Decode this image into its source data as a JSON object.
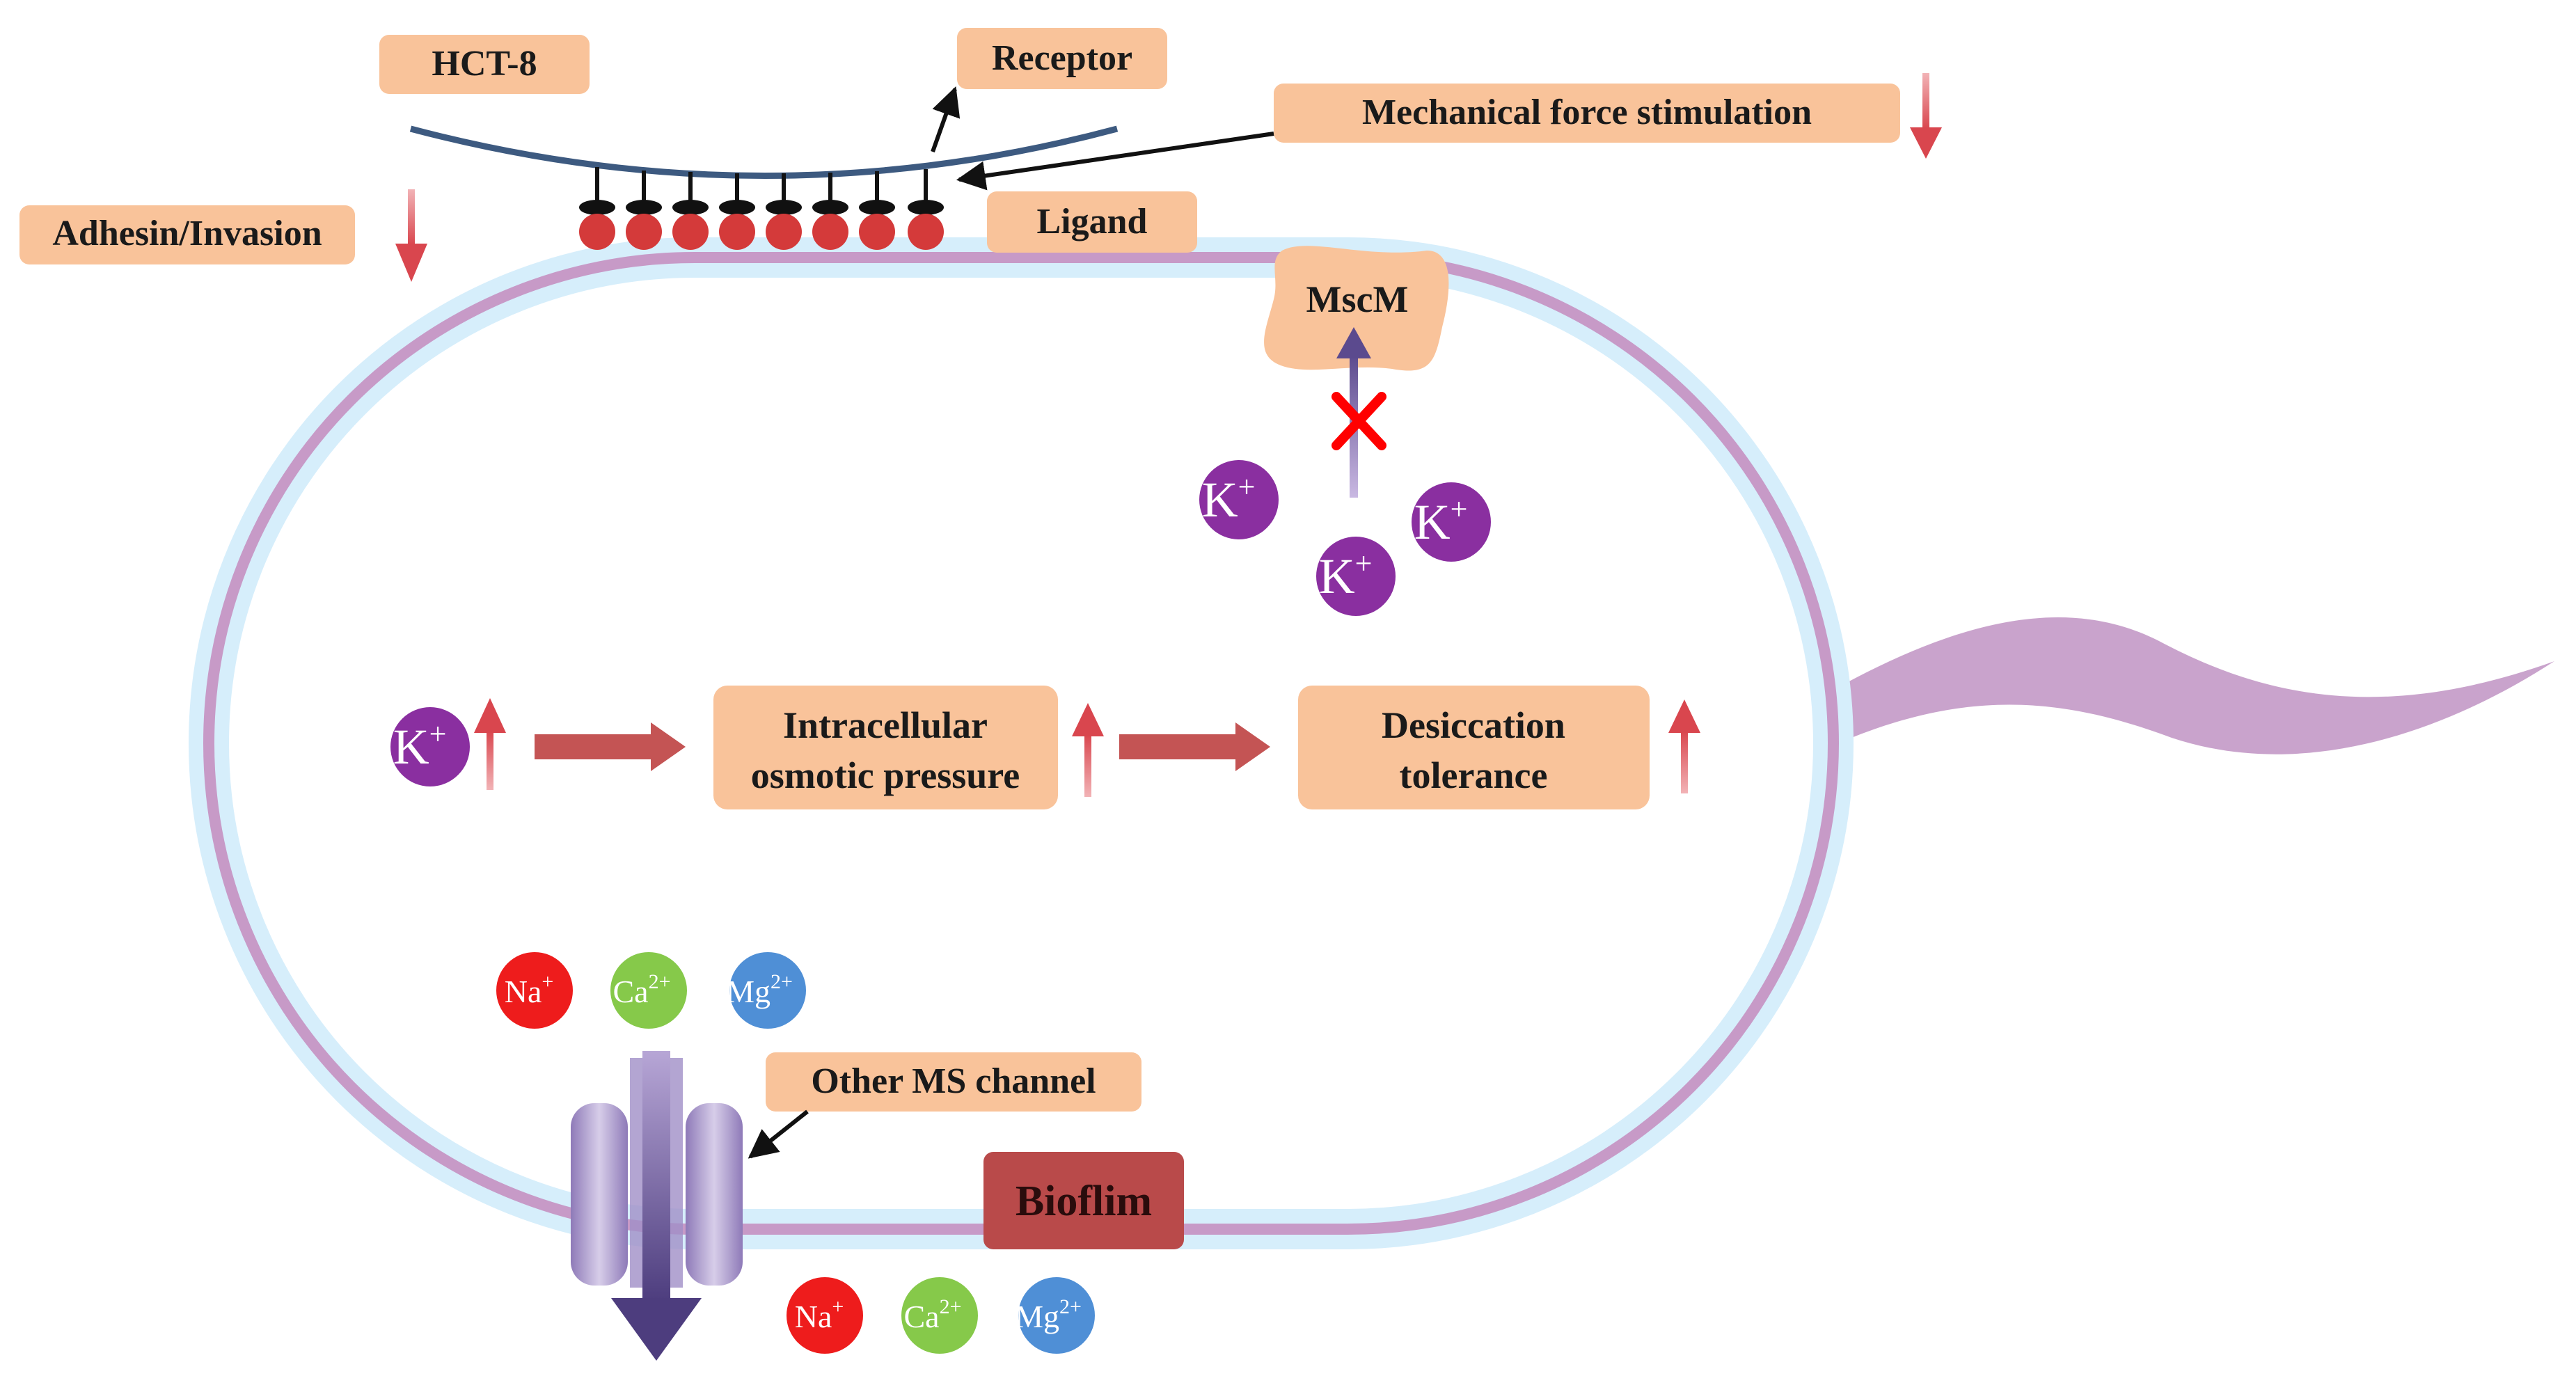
{
  "labels": {
    "host_cell": "HCT-8",
    "receptor": "Receptor",
    "mechanical_force": "Mechanical force stimulation",
    "adhesin_invasion": "Adhesin/Invasion",
    "ligand": "Ligand",
    "mscm": "MscM",
    "intracellular_pressure_line1": "Intracellular",
    "intracellular_pressure_line2": "osmotic pressure",
    "desiccation_line1": "Desiccation",
    "desiccation_line2": "tolerance",
    "other_ms_channel": "Other MS channel",
    "biofilm": "Bioflim"
  },
  "ions": {
    "potassium": {
      "symbol": "K",
      "charge": "+"
    },
    "sodium": {
      "symbol": "Na",
      "charge": "+"
    },
    "calcium": {
      "symbol": "Ca",
      "charge": "2+"
    },
    "magnesium": {
      "symbol": "Mg",
      "charge": "2+"
    }
  },
  "colors": {
    "label_box": "#f9c39a",
    "biofilm_box": "#b94a4a",
    "trend_arrow": "#d9646a",
    "flow_arrow": "#c45454",
    "potassium": "#8a2fa0",
    "sodium": "#ee1c1c",
    "calcium": "#86c94a",
    "magnesium": "#4f8fd6",
    "membrane_outer": "#d6eefb",
    "membrane_inner": "#c79ac7",
    "flagellum": "#c79ac7",
    "channel": "#9b88bf",
    "host_membrane": "#3d5a80",
    "ligand_ball": "#d43a3a",
    "block_x": "#ff0000"
  }
}
